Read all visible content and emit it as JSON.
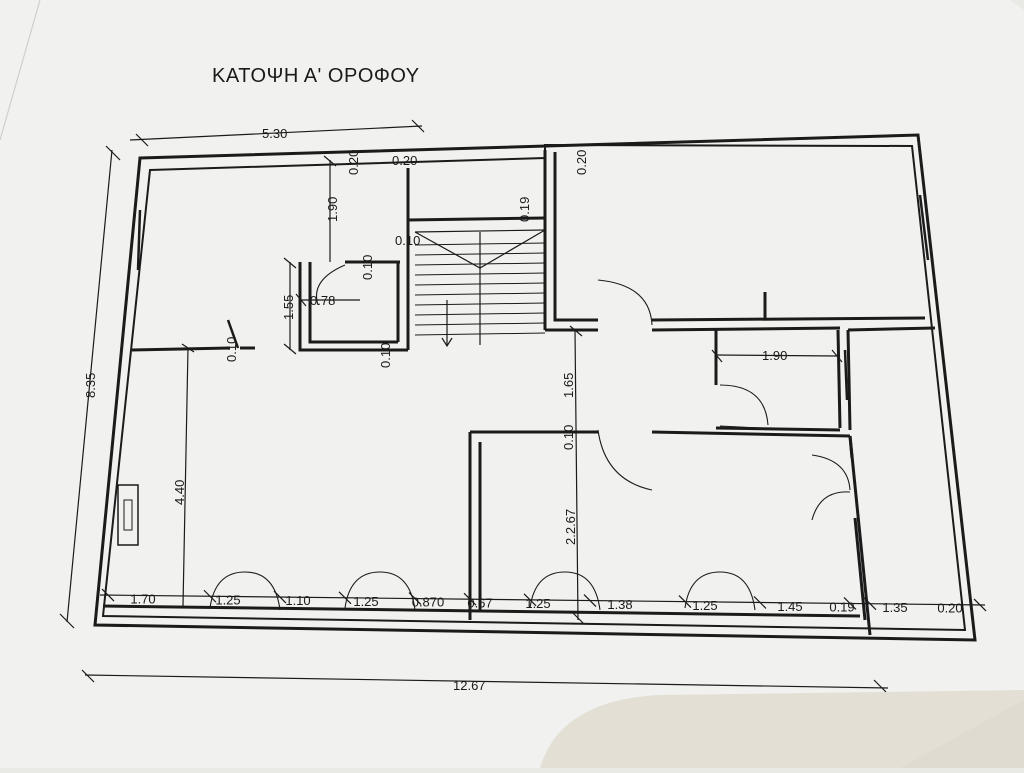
{
  "drawing": {
    "title": "ΚΑΤΟΨΗ Α' ΟΡΟΦΟΥ",
    "dimensions": {
      "top_width": "5.30",
      "total_width": "12.67",
      "total_height": "8.35",
      "wall_a": "0.20",
      "wall_b": "0.20",
      "wall_c": "0.20",
      "corridor_h": "1.90",
      "stair_top": "0.19",
      "stair_gap": "0.10",
      "closet_w1": "0.10",
      "closet_w2": "0.10",
      "closet_depth": "0.78",
      "closet_h": "1.55",
      "partition": "0.10",
      "room_h": "4.40",
      "hall_h": "1.65",
      "hall_wall": "0.10",
      "lower_room_h": "2.2.67",
      "bath_w": "1.90",
      "bottom": [
        "1.70",
        "1.25",
        "1.10",
        "1.25",
        "0.870",
        "0.67",
        "1.25",
        "1.38",
        "1.25",
        "1.45",
        "0.19",
        "1.35",
        "0.20"
      ]
    }
  }
}
